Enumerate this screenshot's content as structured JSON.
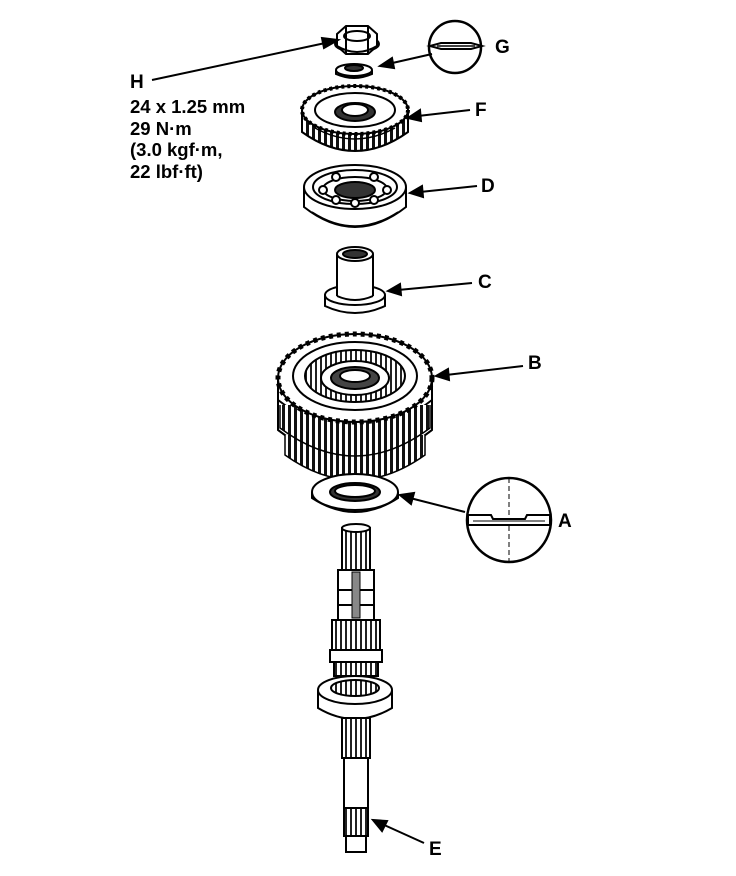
{
  "labels": {
    "A": "A",
    "B": "B",
    "C": "C",
    "D": "D",
    "E": "E",
    "F": "F",
    "G": "G",
    "H": "H"
  },
  "torque_spec": {
    "size": "24 x 1.25 mm",
    "torque_nm": "29 N·m",
    "torque_kgfm": "(3.0 kgf·m,",
    "torque_lbfft": "22 lbf·ft)"
  },
  "colors": {
    "ink": "#000000",
    "paper": "#ffffff",
    "shade": "#555555"
  }
}
